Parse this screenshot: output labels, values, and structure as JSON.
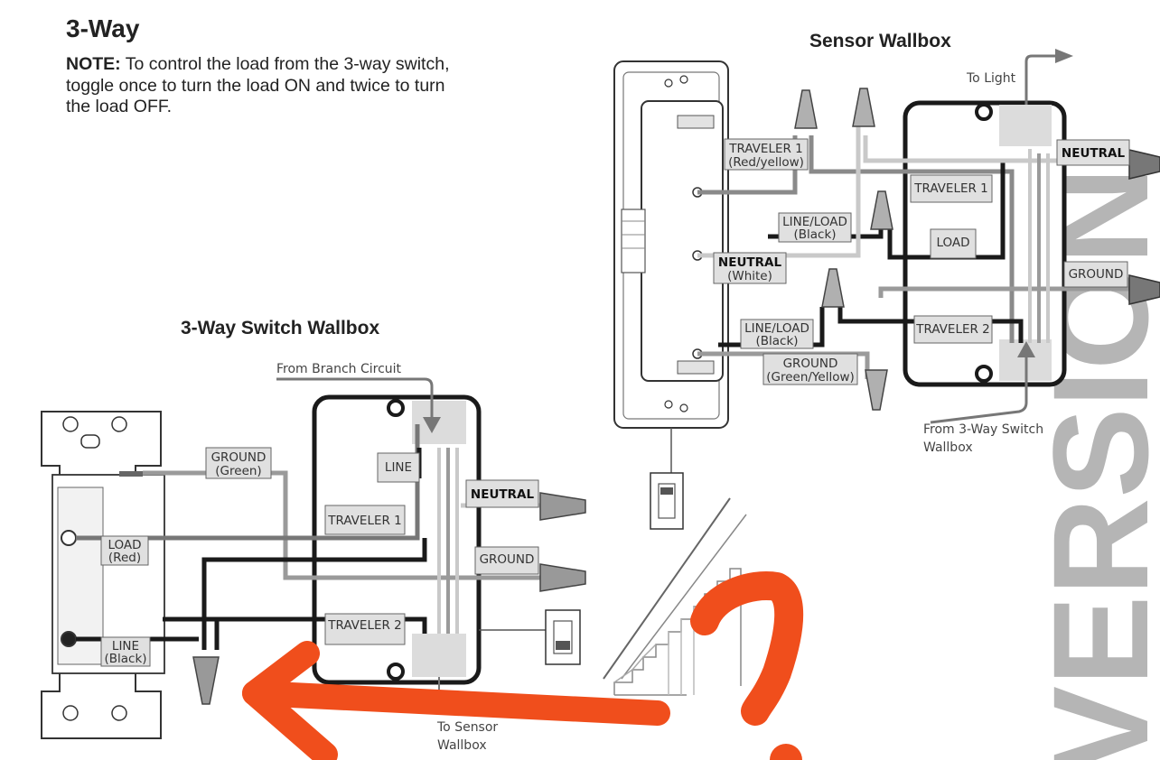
{
  "title": "3-Way",
  "note": {
    "label": "NOTE:",
    "text": "To control the load from the 3-way switch, toggle once to turn the load ON and twice to turn the load OFF."
  },
  "sensor_wallbox": {
    "heading": "Sensor Wallbox",
    "to_light": "To Light",
    "from_switch_line1": "From 3-Way Switch",
    "from_switch_line2": "Wallbox",
    "labels": {
      "traveler1_left_l1": "TRAVELER 1",
      "traveler1_left_l2": "(Red/yellow)",
      "lineload_top_l1": "LINE/LOAD",
      "lineload_top_l2": "(Black)",
      "neutral_left_l1": "NEUTRAL",
      "neutral_left_l2": "(White)",
      "lineload_bottom_l1": "LINE/LOAD",
      "lineload_bottom_l2": "(Black)",
      "ground_l1": "GROUND",
      "ground_l2": "(Green/Yellow)",
      "traveler1_box": "TRAVELER 1",
      "load_box": "LOAD",
      "traveler2_box": "TRAVELER 2",
      "neutral_right": "NEUTRAL",
      "ground_right": "GROUND"
    }
  },
  "switch_wallbox": {
    "heading": "3-Way Switch Wallbox",
    "from_branch": "From Branch Circuit",
    "to_sensor_line1": "To Sensor",
    "to_sensor_line2": "Wallbox",
    "labels": {
      "ground_l1": "GROUND",
      "ground_l2": "(Green)",
      "line_box": "LINE",
      "traveler1_box": "TRAVELER 1",
      "traveler2_box": "TRAVELER 2",
      "load_l1": "LOAD",
      "load_l2": "(Red)",
      "line_l1": "LINE",
      "line_l2": "(Black)",
      "neutral": "NEUTRAL",
      "ground_right": "GROUND"
    }
  },
  "watermark": "VERSION",
  "colors": {
    "annotation_orange": "#f04e1c",
    "wire_black": "#1a1a1a",
    "wire_gray": "#8a8a8a",
    "wire_light": "#c9c9c9",
    "watermark_gray": "#b5b5b5"
  }
}
